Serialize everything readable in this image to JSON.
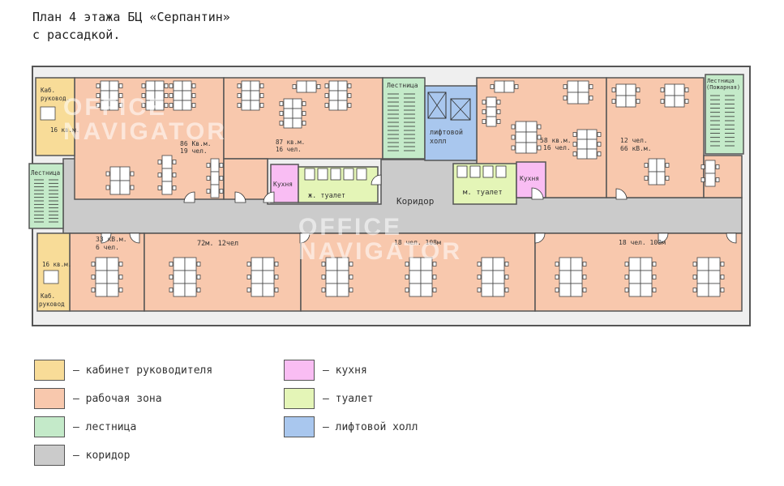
{
  "title": {
    "line1": "План 4 этажа БЦ «Серпантин»",
    "line2": "с рассадкой."
  },
  "colors": {
    "office": "#f8dc98",
    "work": "#f8c8ad",
    "stairs": "#c4eac9",
    "corridor": "#cbcbcb",
    "kitchen": "#f9bdf3",
    "toilet": "#e4f5b7",
    "lift": "#a9c7ee"
  },
  "rooms": {
    "office_top": "Каб.",
    "office_top_2": "руковод.",
    "office_top_area": "16 кв.м.",
    "stairs_left": "Лестница",
    "office_bottom_area": "16 кв.м.",
    "office_bottom": "Каб.",
    "office_bottom_2": "руковод",
    "work_a_1": "86 Кв.м.",
    "work_a_2": "19 чел.",
    "work_b_1": "87 кв.м.",
    "work_b_2": "16 чел.",
    "stairs_center": "Лестница",
    "lift_1": "лифтовой",
    "lift_2": "холл",
    "work_c_1": "58 кв.м.",
    "work_c_2": "16 чел.",
    "work_d_1": "12 чел.",
    "work_d_2": "66 кВ.м.",
    "stairs_right_1": "Лестница",
    "stairs_right_2": "(Пожарная)",
    "kitchen_left": "Кухня",
    "toilet_f": "ж. туалет",
    "corridor": "Коридор",
    "toilet_m": "м. туалет",
    "kitchen_right": "Кухня",
    "work_e_1": "33 кВ.м.",
    "work_e_2": "6 чел.",
    "work_f": "72м. 12чел",
    "work_g": "18 чел. 108м",
    "work_h": "18 чел. 100м"
  },
  "watermark": {
    "line1": "OFFICE",
    "line2": "NAVIGATOR"
  },
  "legend": [
    {
      "label": "кабинет руководителя",
      "color": "#f8dc98"
    },
    {
      "label": "рабочая зона",
      "color": "#f8c8ad"
    },
    {
      "label": "лестница",
      "color": "#c4eac9"
    },
    {
      "label": "коридор",
      "color": "#cbcbcb"
    },
    {
      "label": "кухня",
      "color": "#f9bdf3"
    },
    {
      "label": "туалет",
      "color": "#e4f5b7"
    },
    {
      "label": "лифтовой холл",
      "color": "#a9c7ee"
    }
  ],
  "legend_dash": "–"
}
